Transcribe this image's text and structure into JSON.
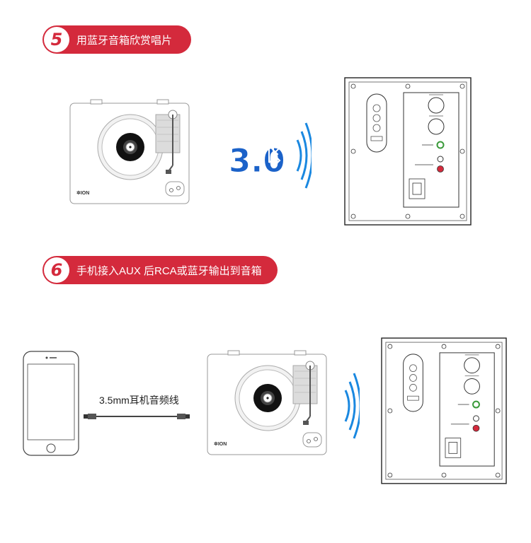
{
  "steps": [
    {
      "number": "5",
      "text": "用蓝牙音箱欣赏唱片"
    },
    {
      "number": "6",
      "text": "手机接入AUX 后RCA或蓝牙输出到音箱"
    }
  ],
  "bluetooth_version": "3.0",
  "cable_label": "3.5mm耳机音频线",
  "brand": "ION",
  "colors": {
    "banner": "#d42a3c",
    "bluetooth": "#1b62c9",
    "wifi_wave": "#1a88e0"
  }
}
